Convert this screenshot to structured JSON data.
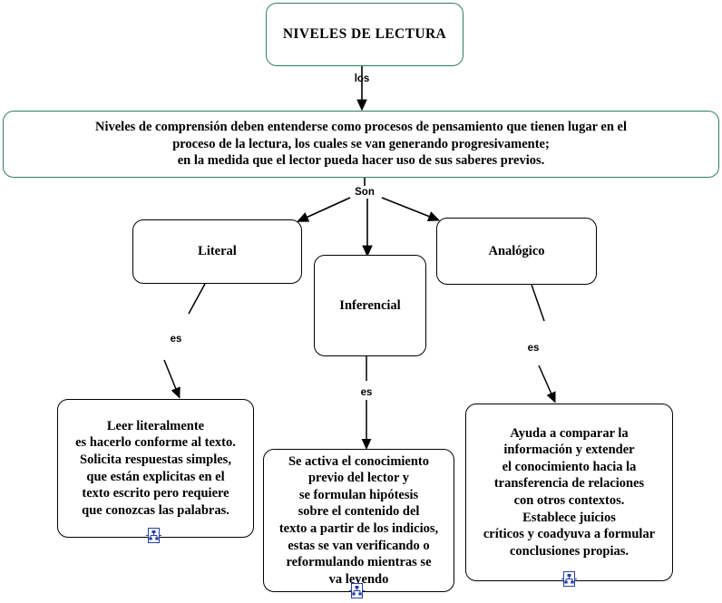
{
  "diagram": {
    "title_node": {
      "label": "NIVELES DE LECTURA",
      "border_color": "#2f7f66"
    },
    "definition_node": {
      "label": "Niveles de comprensión deben entenderse como procesos de pensamiento que tienen lugar en el\nproceso de la lectura, los cuales se van generando progresivamente;\nen la medida que el lector pueda hacer uso de sus saberes previos.",
      "border_color": "#2f7f66"
    },
    "levels": [
      {
        "id": "literal",
        "label": "Literal"
      },
      {
        "id": "inferencial",
        "label": "Inferencial"
      },
      {
        "id": "analogico",
        "label": "Analógico"
      }
    ],
    "descriptions": [
      {
        "id": "literal-desc",
        "label": "Leer literalmente\nes hacerlo conforme al texto.\nSolicita respuestas simples,\nque están explicitas en el\ntexto escrito pero requiere\nque conozcas las palabras."
      },
      {
        "id": "inferencial-desc",
        "label": "Se activa el conocimiento\nprevio del lector y\nse formulan hipótesis\nsobre el contenido del\ntexto a partir de los indicios,\nestas se van verificando o\nreformulando mientras se\nva leyendo"
      },
      {
        "id": "analogico-desc",
        "label": "Ayuda a comparar la\ninformación y extender\nel conocimiento hacia la\ntransferencia de relaciones\ncon  otros contextos.\nEstablece juicios\ncríticos y coadyuva a formular\nconclusiones propias."
      }
    ],
    "link_labels": {
      "los": "los",
      "son": "Son",
      "es_left": "es",
      "es_center": "es",
      "es_right": "es"
    },
    "icons": {
      "sub_node": "hierarchy-icon"
    },
    "colors": {
      "accent_border": "#2f7f66",
      "node_border": "#000000",
      "connector": "#000000",
      "icon_blue": "#2440a8",
      "background": "#ffffff"
    }
  }
}
